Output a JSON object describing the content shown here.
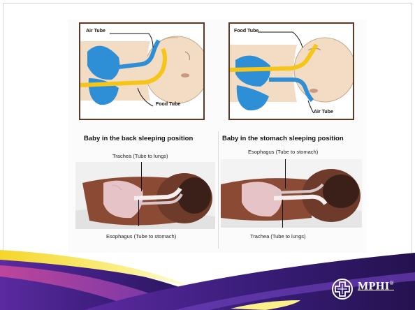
{
  "top_left": {
    "air_tube": "Air Tube",
    "food_tube": "Food Tube"
  },
  "top_right": {
    "food_tube": "Food Tube",
    "air_tube": "Air Tube"
  },
  "bottom_left": {
    "caption": "Baby in the back sleeping position",
    "trachea": "Trachea (Tube to lungs)",
    "esophagus": "Esophagus (Tube to stomach)"
  },
  "bottom_right": {
    "caption": "Baby in the stomach sleeping position",
    "esophagus": "Esophagus (Tube to stomach)",
    "trachea": "Trachea (Tube to lungs)"
  },
  "logo": {
    "text": "MPHI",
    "mark": "®"
  },
  "colors": {
    "lung_blue": "#2f8fd6",
    "food_tube": "#f5c518",
    "skin": "#f2dcc4",
    "footer_purple": "#3a1d7a",
    "footer_yellow": "#f7e33a"
  }
}
